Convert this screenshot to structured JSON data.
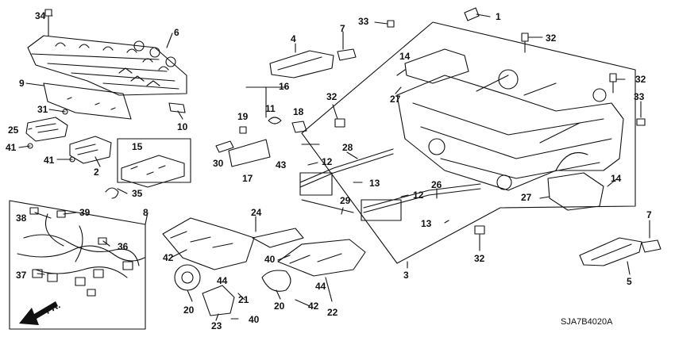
{
  "diagram": {
    "reference_code": "SJA7B4020A",
    "direction_label": "FR.",
    "callouts": [
      "34",
      "6",
      "9",
      "31",
      "25",
      "41",
      "41",
      "2",
      "10",
      "4",
      "7",
      "16",
      "11",
      "18",
      "19",
      "30",
      "17",
      "32",
      "43",
      "15",
      "35",
      "8",
      "38",
      "39",
      "36",
      "37",
      "42",
      "24",
      "44",
      "40",
      "20",
      "21",
      "23",
      "40",
      "20",
      "44",
      "22",
      "42",
      "28",
      "12",
      "13",
      "29",
      "26",
      "12",
      "13",
      "33",
      "1",
      "32",
      "14",
      "27",
      "32",
      "33",
      "14",
      "27",
      "3",
      "32",
      "7",
      "5"
    ]
  }
}
